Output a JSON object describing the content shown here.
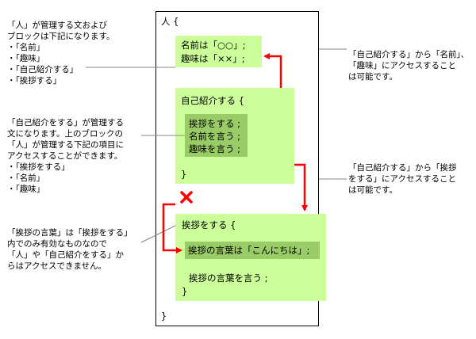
{
  "scope_person": {
    "open": "人 {",
    "close": "}",
    "members": [
      "名前は「○○」;",
      "趣味は「××」;"
    ]
  },
  "scope_intro": {
    "open": "自己紹介する {",
    "close": "}",
    "statements": [
      "挨拶をする ;",
      "名前を言う ;",
      "趣味を言う ;"
    ]
  },
  "scope_greet": {
    "open": "挨拶をする {",
    "close": "}",
    "local": "挨拶の言葉は「こんにちは」;",
    "say": "挨拶の言葉を言う ;"
  },
  "notes": {
    "left_1": [
      "「人」が管理する文および",
      "ブロックは下記になります。",
      "・「名前」",
      "・「趣味」",
      "・「自己紹介する」",
      "・「挨拶する」"
    ],
    "left_2": [
      "「自己紹介をする」が管理する",
      "文になります。上のブロックの",
      "「人」が管理する下記の項目に",
      "アクセスすることができます。",
      "・「挨拶をする」",
      "・「名前」",
      "・「趣味」"
    ],
    "left_3": [
      "「挨拶の言葉」は「挨拶をする」",
      "内でのみ有効なものなので",
      "「人」や「自己紹介をする」か",
      "らはアクセスできません。"
    ],
    "right_1": [
      "「自己紹介する」から「名前」、",
      "「趣味」にアクセスすること",
      "は可能です。"
    ],
    "right_2": [
      "「自己紹介する」から「挨拶",
      "をする」にアクセスすること",
      "は可能です。"
    ]
  },
  "colors": {
    "light_green": "#ccff99",
    "dark_green": "#99cc66",
    "arrow_red": "#ff0000",
    "leader_gray": "#888888"
  },
  "icons": [
    "cross-mark-icon"
  ]
}
